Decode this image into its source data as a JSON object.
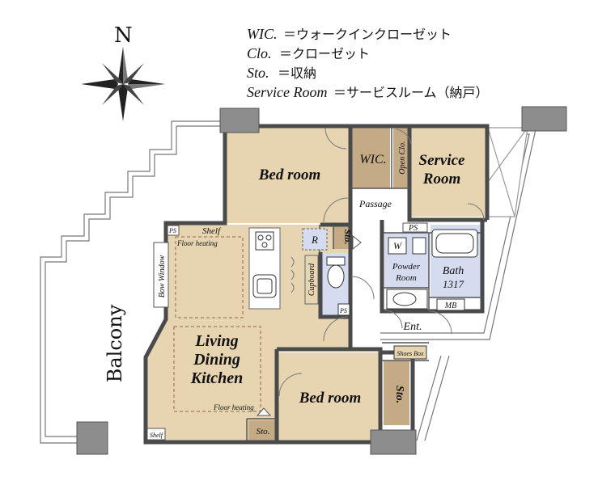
{
  "legend": {
    "wic": "WIC.",
    "wic_desc": "＝ウォークインクローゼット",
    "clo": "Clo.",
    "clo_desc": "＝クローゼット",
    "sto": "Sto.",
    "sto_desc": "＝収納",
    "service": "Service Room",
    "service_desc": "＝サービスルーム（納戸）"
  },
  "compass": {
    "north": "N"
  },
  "rooms": {
    "bed_top": "Bed room",
    "wic": "WIC.",
    "open_clo": "Open Clo.",
    "service_1": "Service",
    "service_2": "Room",
    "passage": "Passage",
    "ps_top": "PS",
    "ps_left": "PS",
    "shelf_top": "Shelf",
    "floor_heating_1": "Floor heating",
    "floor_heating_2": "Floor heating",
    "bow_window": "Bow Window",
    "r": "R",
    "sto_1": "Sto.",
    "cupboard": "Cupboard",
    "ps_toilet": "PS",
    "w": "W",
    "powder_1": "Powder",
    "powder_2": "Room",
    "bath": "Bath",
    "bath_size": "1317",
    "mb": "MB",
    "ent": "Ent.",
    "shoes_box": "Shoes Box",
    "ldk_1": "Living",
    "ldk_2": "Dining",
    "ldk_3": "Kitchen",
    "bed_bottom": "Bed room",
    "sto_2": "Sto.",
    "sto_3": "Sto.",
    "shelf_bottom": "Shelf",
    "balcony": "Balcony"
  },
  "colors": {
    "floor": "#e7d5b1",
    "storage": "#c5ab85",
    "wet": "#d6dcf0",
    "wall": "#4a4a4a",
    "pillar": "#8d8d8d"
  }
}
